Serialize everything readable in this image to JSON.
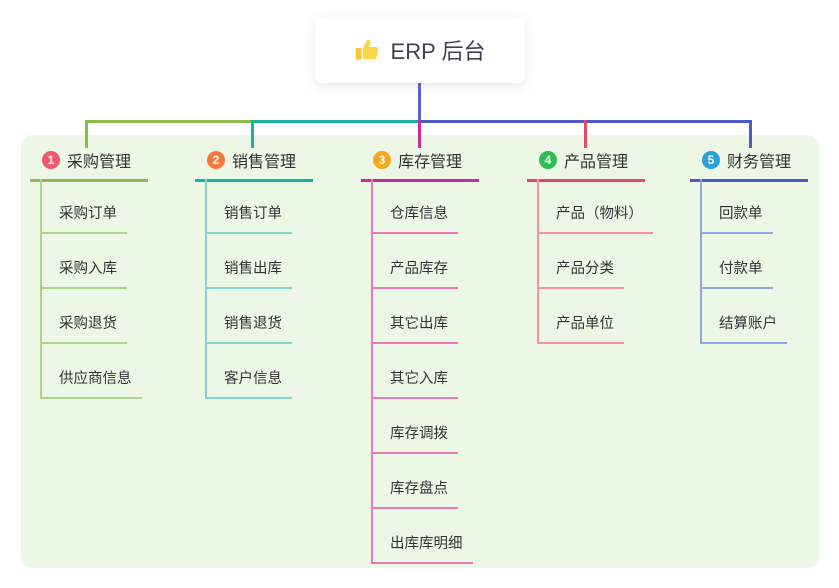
{
  "root": {
    "label": "ERP 后台",
    "icon": "thumbs-up-icon"
  },
  "colors": {
    "page_bg": "#ffffff",
    "panel_bg": "#ecf7e6",
    "root_text": "#3c4156",
    "root_connector": "#5a62c8",
    "node_text": "#333333"
  },
  "branches": [
    {
      "id": "purchase",
      "badge": "1",
      "label": "采购管理",
      "badge_color": "#f4586c",
      "line_color": "#8abc4d",
      "child_line_color": "#abd48e",
      "children": [
        "采购订单",
        "采购入库",
        "采购退货",
        "供应商信息"
      ]
    },
    {
      "id": "sales",
      "badge": "2",
      "label": "销售管理",
      "badge_color": "#f5793b",
      "line_color": "#16b3a8",
      "child_line_color": "#85d4cc",
      "children": [
        "销售订单",
        "销售出库",
        "销售退货",
        "客户信息"
      ]
    },
    {
      "id": "inventory",
      "badge": "3",
      "label": "库存管理",
      "badge_color": "#f8a81d",
      "line_color": "#c92b9e",
      "child_line_color": "#f077b7",
      "children": [
        "仓库信息",
        "产品库存",
        "其它出库",
        "其它入库",
        "库存调拨",
        "库存盘点",
        "出库库明细"
      ]
    },
    {
      "id": "product",
      "badge": "4",
      "label": "产品管理",
      "badge_color": "#2dbd55",
      "line_color": "#e84a63",
      "child_line_color": "#f9939b",
      "children": [
        "产品（物料）",
        "产品分类",
        "产品单位"
      ]
    },
    {
      "id": "finance",
      "badge": "5",
      "label": "财务管理",
      "badge_color": "#2ba0d9",
      "line_color": "#4a5ac9",
      "child_line_color": "#93a7de",
      "children": [
        "回款单",
        "付款单",
        "结算账户"
      ]
    }
  ]
}
